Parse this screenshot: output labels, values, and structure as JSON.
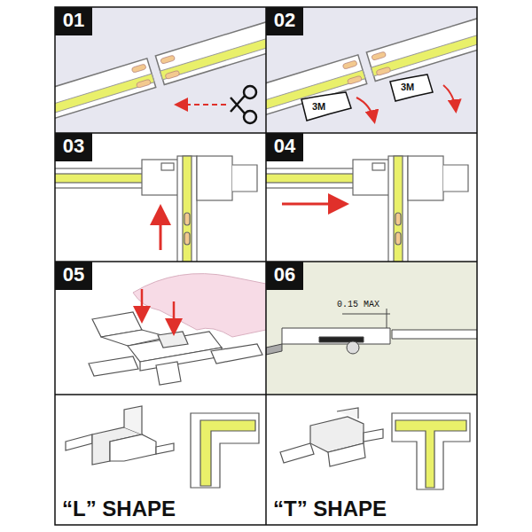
{
  "diagram": {
    "nodes": [
      {
        "text": [
          "01"
        ]
      },
      {
        "text": [
          "02"
        ]
      },
      {
        "text": [
          "03"
        ]
      },
      {
        "text": [
          "04"
        ]
      },
      {
        "text": [
          "05"
        ]
      },
      {
        "text": [
          "06"
        ]
      }
    ],
    "labels": [
      "3M",
      "3M",
      "0.15 MAX",
      "“L” SHAPE",
      "“T” SHAPE"
    ]
  }
}
